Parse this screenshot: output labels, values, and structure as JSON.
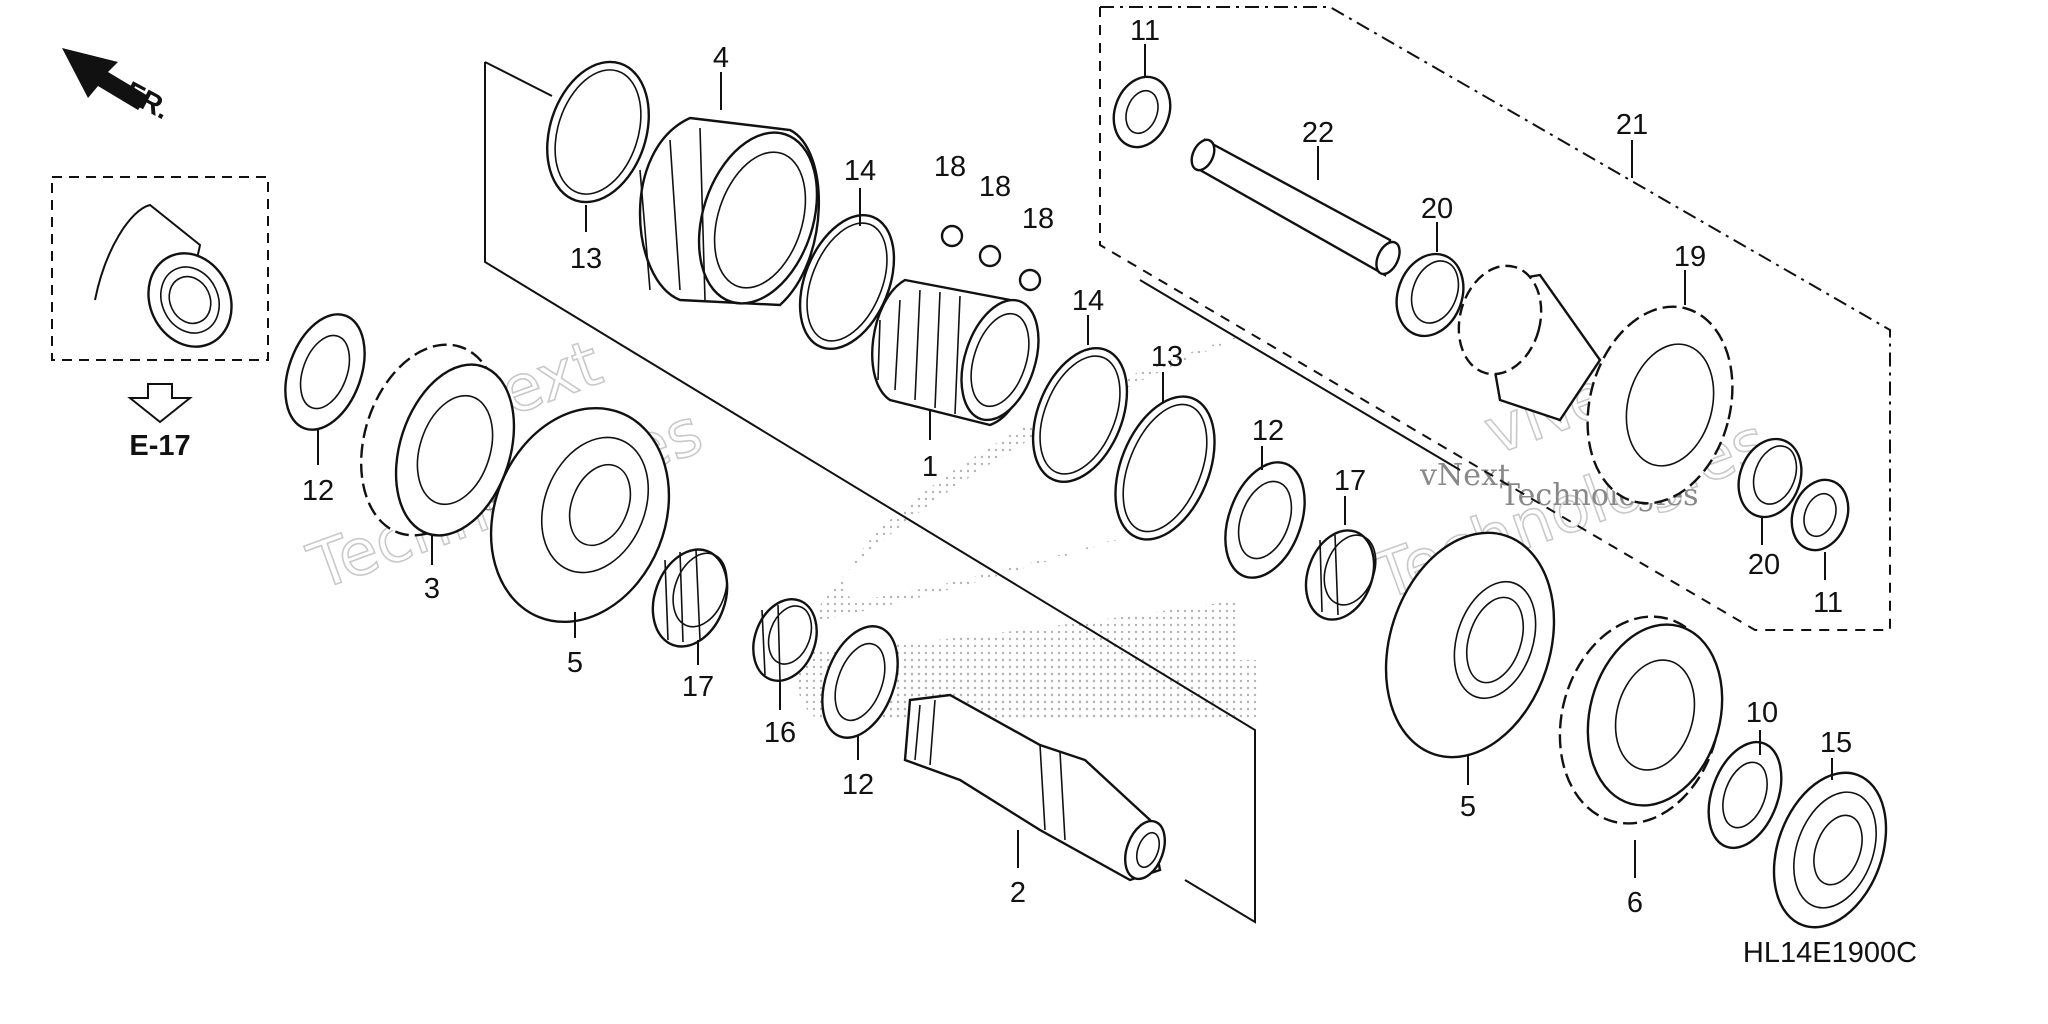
{
  "diagram": {
    "direction_label": "FR.",
    "ref_label": "E-17",
    "drawing_code": "HL14E1900C",
    "watermark_1": "vNext",
    "watermark_2": "Technologies",
    "callouts": [
      {
        "id": "c4",
        "text": "4"
      },
      {
        "id": "c13a",
        "text": "13"
      },
      {
        "id": "c14a",
        "text": "14"
      },
      {
        "id": "c18a",
        "text": "18"
      },
      {
        "id": "c18b",
        "text": "18"
      },
      {
        "id": "c18c",
        "text": "18"
      },
      {
        "id": "c1",
        "text": "1"
      },
      {
        "id": "c14b",
        "text": "14"
      },
      {
        "id": "c13b",
        "text": "13"
      },
      {
        "id": "c12a",
        "text": "12"
      },
      {
        "id": "c3",
        "text": "3"
      },
      {
        "id": "c5a",
        "text": "5"
      },
      {
        "id": "c17a",
        "text": "17"
      },
      {
        "id": "c16",
        "text": "16"
      },
      {
        "id": "c12b",
        "text": "12"
      },
      {
        "id": "c2",
        "text": "2"
      },
      {
        "id": "c12c",
        "text": "12"
      },
      {
        "id": "c17b",
        "text": "17"
      },
      {
        "id": "c5b",
        "text": "5"
      },
      {
        "id": "c6",
        "text": "6"
      },
      {
        "id": "c10",
        "text": "10"
      },
      {
        "id": "c15",
        "text": "15"
      },
      {
        "id": "c11a",
        "text": "11"
      },
      {
        "id": "c22",
        "text": "22"
      },
      {
        "id": "c21",
        "text": "21"
      },
      {
        "id": "c20a",
        "text": "20"
      },
      {
        "id": "c19",
        "text": "19"
      },
      {
        "id": "c20b",
        "text": "20"
      },
      {
        "id": "c11b",
        "text": "11"
      }
    ]
  }
}
